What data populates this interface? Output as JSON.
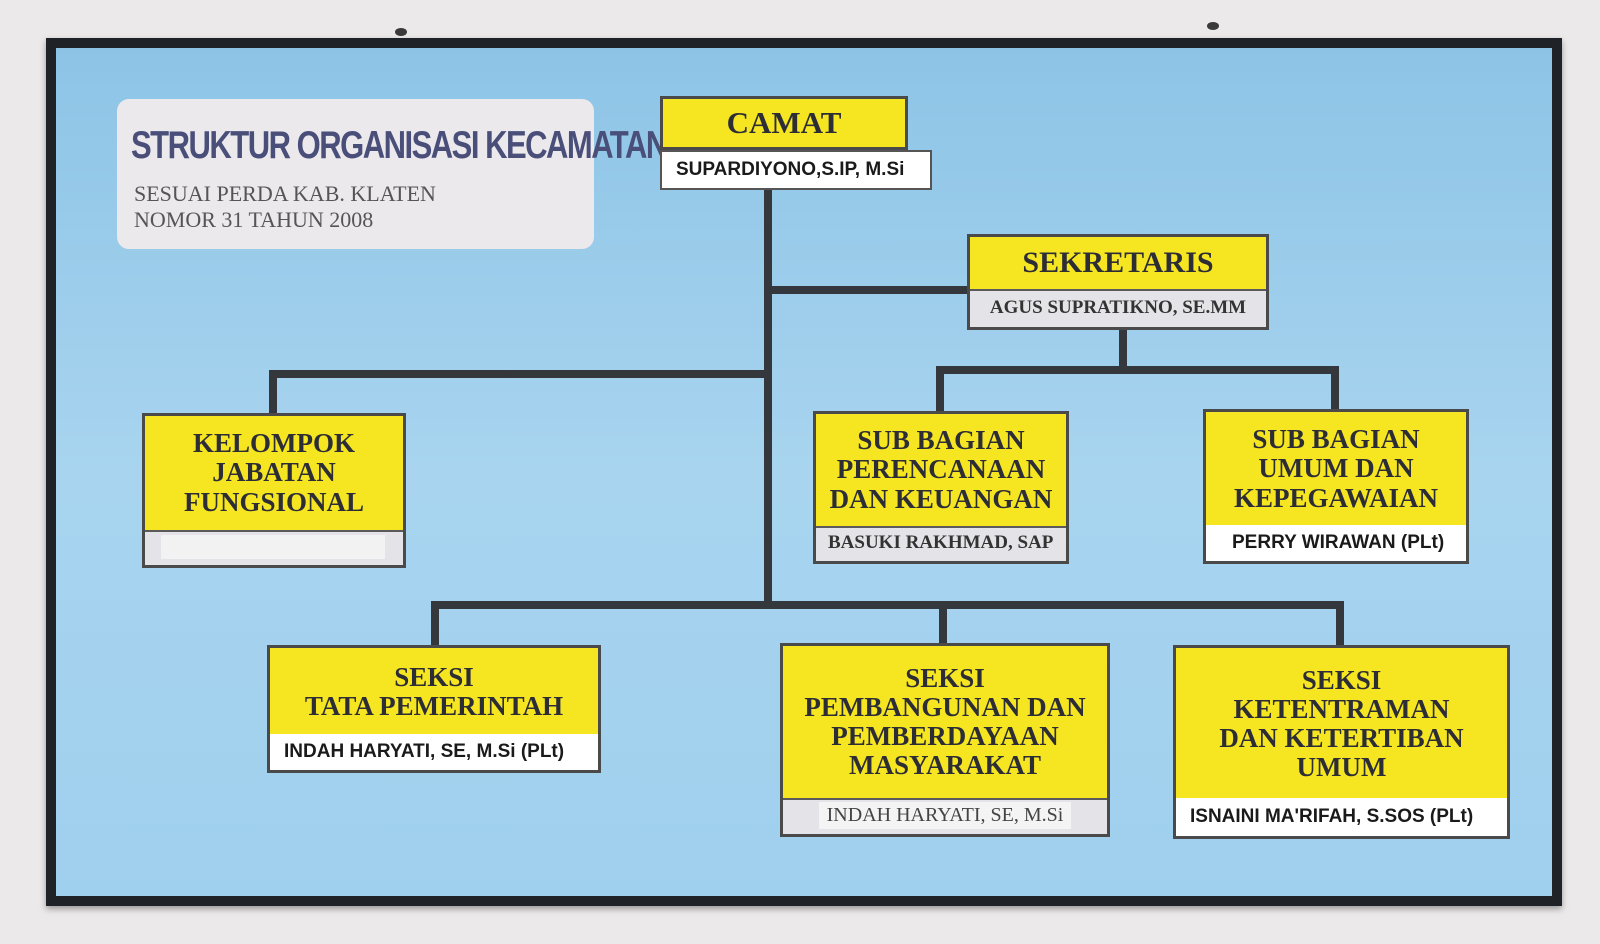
{
  "title": {
    "main": "STRUKTUR ORGANISASI KECAMATAN CEPER",
    "line1": "SESUAI PERDA KAB. KLATEN",
    "line2": "NOMOR 31 TAHUN 2008"
  },
  "units": {
    "camat": {
      "title": "CAMAT",
      "name": "SUPARDIYONO,S.IP, M.Si"
    },
    "sekretaris": {
      "title": "SEKRETARIS",
      "name": "AGUS SUPRATIKNO, SE.MM"
    },
    "kelompok": {
      "title": "KELOMPOK\nJABATAN\nFUNGSIONAL",
      "name": ""
    },
    "perencanaan": {
      "title": "SUB BAGIAN\nPERENCANAAN\nDAN KEUANGAN",
      "name": "BASUKI RAKHMAD, SAP"
    },
    "umum": {
      "title": "SUB BAGIAN\nUMUM DAN\nKEPEGAWAIAN",
      "name": "PERRY WIRAWAN (PLt)"
    },
    "tata": {
      "title": "SEKSI\nTATA PEMERINTAH",
      "name": "INDAH HARYATI, SE, M.Si (PLt)"
    },
    "pembangunan": {
      "title": "SEKSI\nPEMBANGUNAN DAN\nPEMBERDAYAAN\nMASYARAKAT",
      "name": "INDAH HARYATI, SE, M.Si"
    },
    "ketentraman": {
      "title": "SEKSI\nKETENTRAMAN\nDAN KETERTIBAN\nUMUM",
      "name": "ISNAINI MA'RIFAH, S.SOS (PLt)"
    }
  },
  "colors": {
    "board_blue": "#9fd0ee",
    "box_yellow": "#f6e621",
    "frame": "#1f2226",
    "title_text": "#4a4f7a"
  }
}
